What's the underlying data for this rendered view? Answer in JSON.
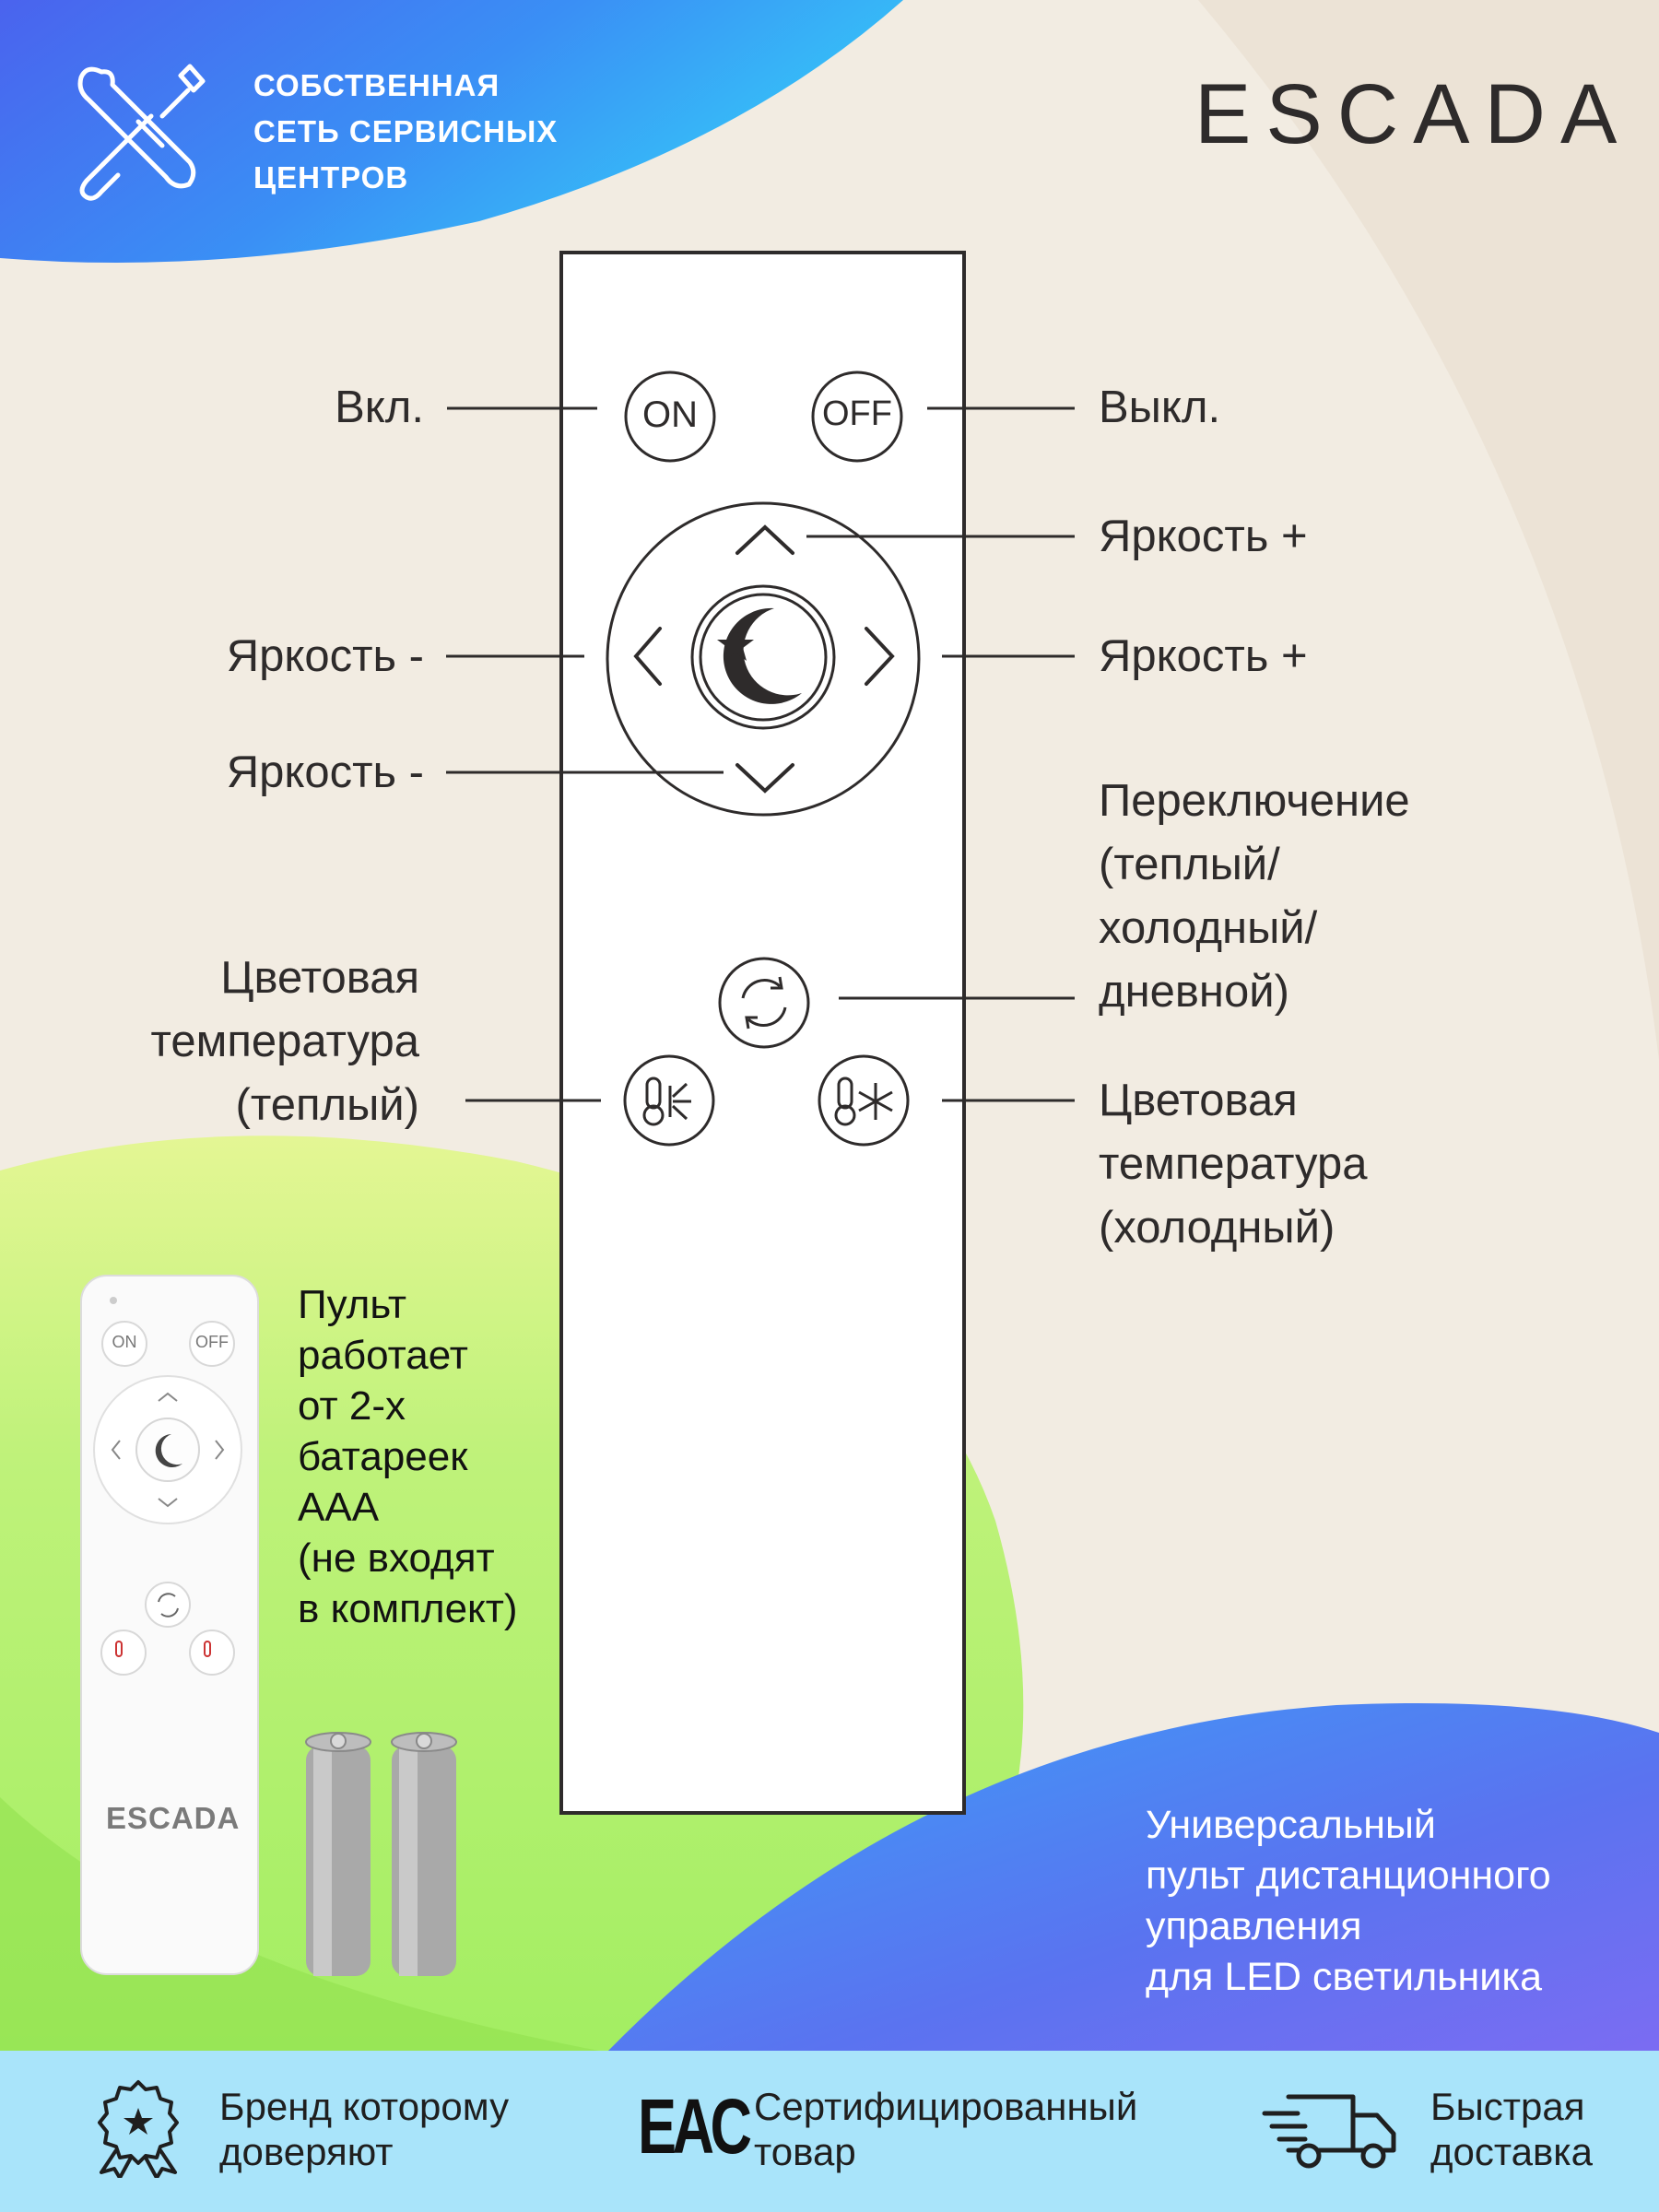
{
  "header": {
    "service_lines": [
      "СОБСТВЕННАЯ",
      "СЕТЬ СЕРВИСНЫХ",
      "ЦЕНТРОВ"
    ],
    "brand": "ESCADA"
  },
  "remote_diagram": {
    "buttons": {
      "on": "ON",
      "off": "OFF"
    },
    "labels": {
      "on": "Вкл.",
      "off": "Выкл.",
      "up": "Яркость +",
      "right": "Яркость +",
      "left": "Яркость -",
      "down": "Яркость -",
      "switch": [
        "Переключение",
        "(теплый/",
        "холодный/",
        "дневной)"
      ],
      "warm": [
        "Цветовая",
        "температура",
        "(теплый)"
      ],
      "cold": [
        "Цветовая",
        "температура",
        "(холодный)"
      ]
    }
  },
  "product": {
    "remote_brand": "ESCADA",
    "remote_buttons": {
      "on": "ON",
      "off": "OFF"
    },
    "battery_note": [
      "Пульт",
      "работает",
      "от 2-х",
      "батареек",
      "AAA",
      "(не входят",
      "в комплект)"
    ]
  },
  "universal_note": [
    "Универсальный",
    "пульт дистанционного",
    "управления",
    "для LED светильника"
  ],
  "features": [
    {
      "icon": "award-badge-icon",
      "lines": [
        "Бренд которому",
        "доверяют"
      ]
    },
    {
      "icon": "eac-certification-icon",
      "mark": "EAC",
      "lines": [
        "Сертифицированный",
        "товар"
      ]
    },
    {
      "icon": "delivery-truck-icon",
      "lines": [
        "Быстрая",
        "доставка"
      ]
    }
  ],
  "colors": {
    "dark": "#2e2b2b",
    "blue": "#3d7cf5",
    "green": "#a8f06a",
    "strip": "#a9e4fa"
  }
}
